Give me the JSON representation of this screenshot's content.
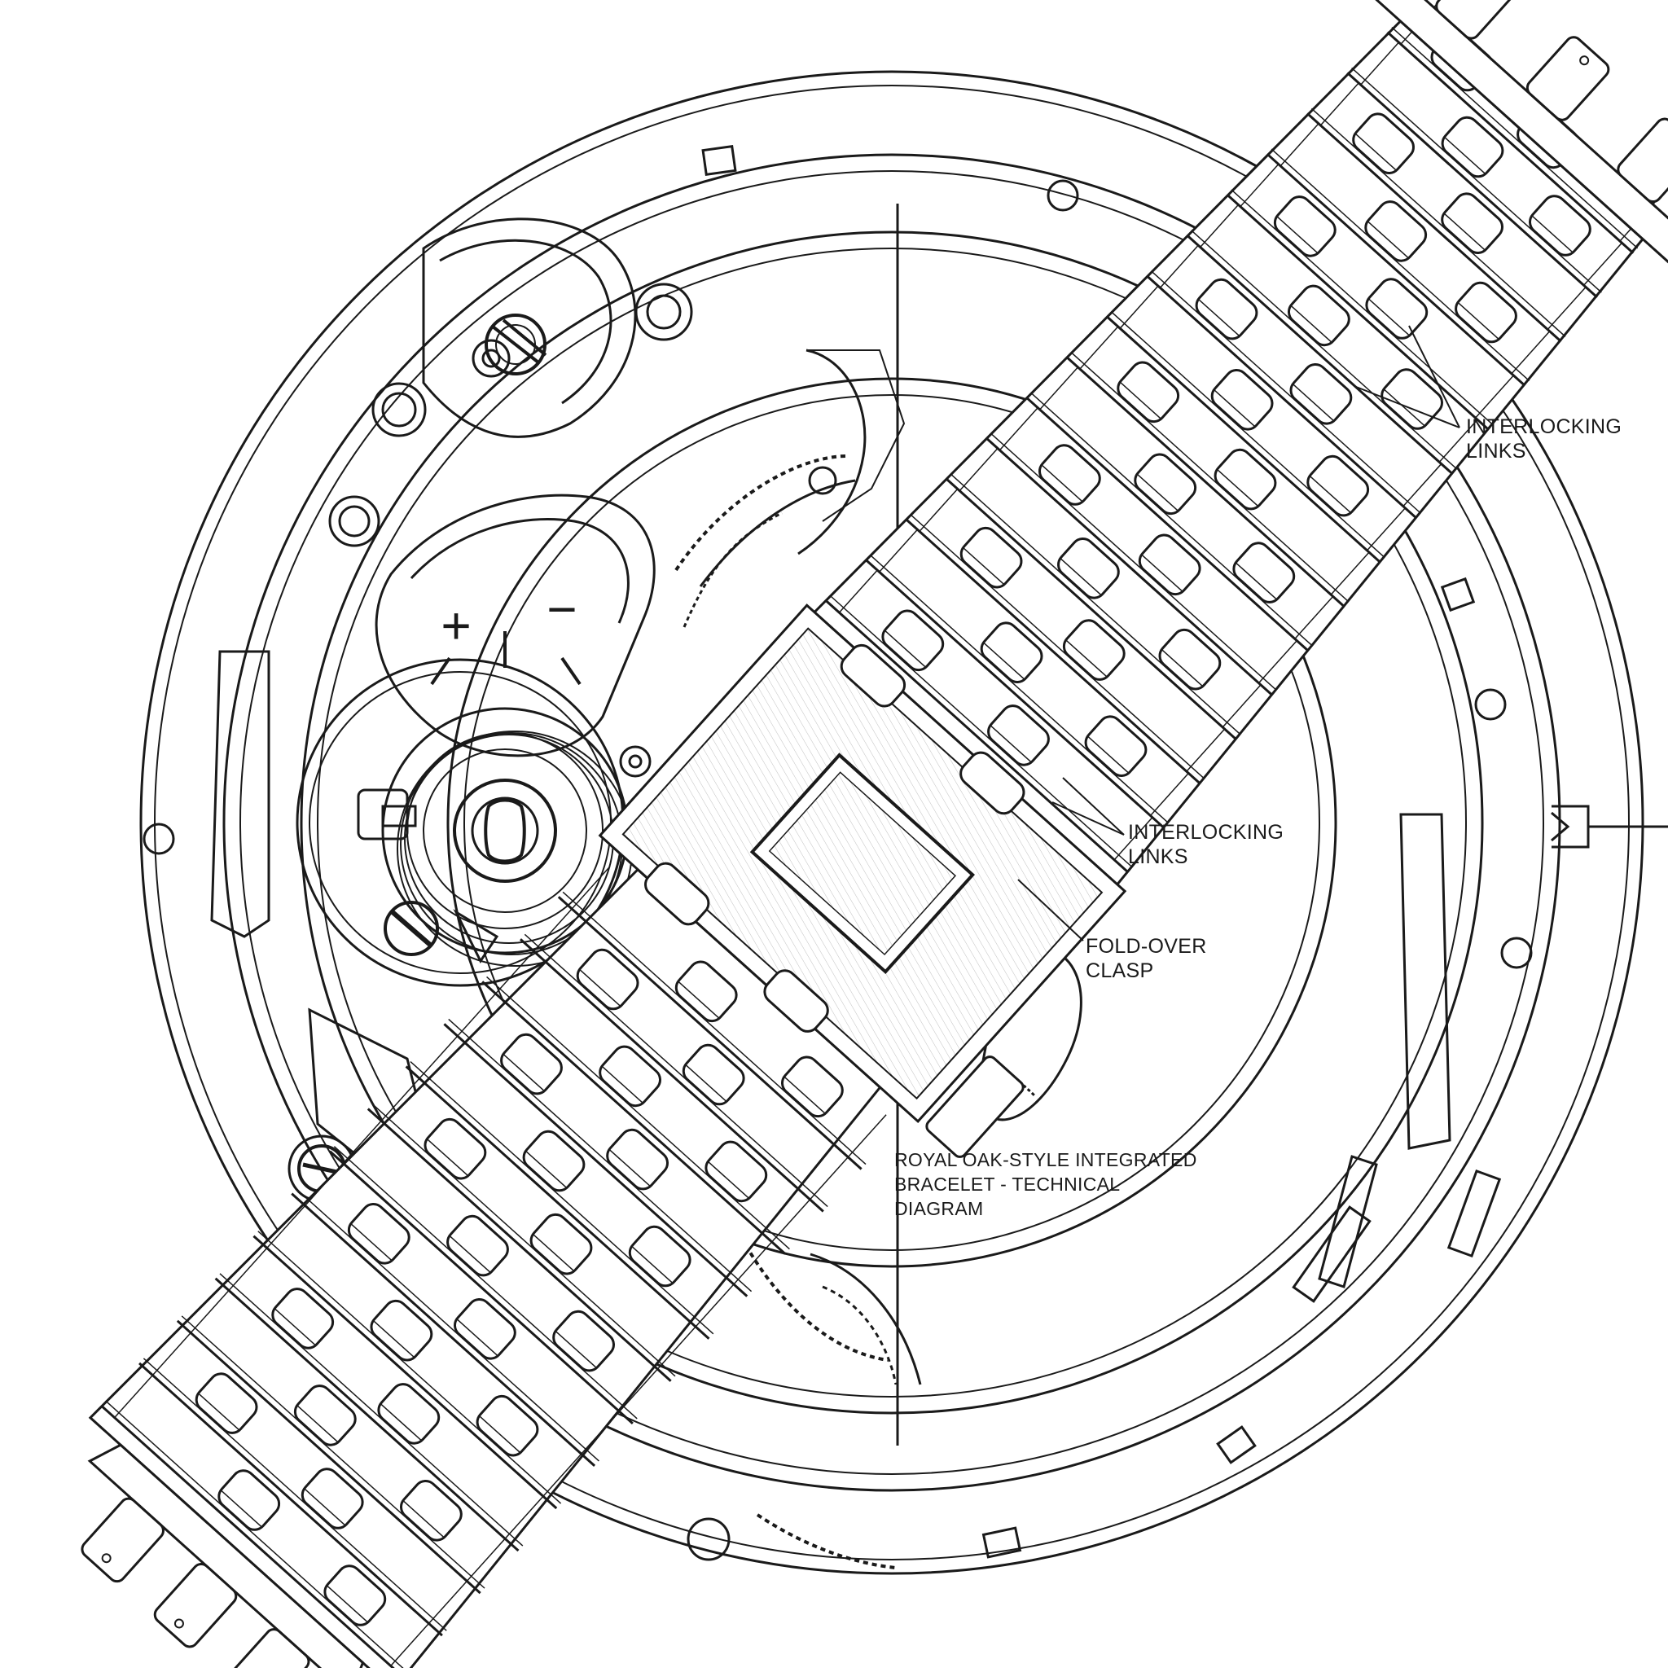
{
  "diagram": {
    "subject": "integrated bracelet over watch movement",
    "ink_color": "#1a1a1a",
    "paper_color": "#ffffff",
    "callouts": {
      "links_upper": [
        "INTERLOCKING",
        "LINKS"
      ],
      "links_middle": [
        "INTERLOCKING",
        "LINKS"
      ],
      "clasp": [
        "FOLD-OVER",
        "CLASP"
      ]
    },
    "title_lines": [
      "ROYAL OAK-STYLE INTEGRATED",
      "BRACELET - TECHNICAL",
      "DIAGRAM"
    ],
    "regulator_marks": {
      "plus": "+",
      "minus": "−"
    }
  }
}
